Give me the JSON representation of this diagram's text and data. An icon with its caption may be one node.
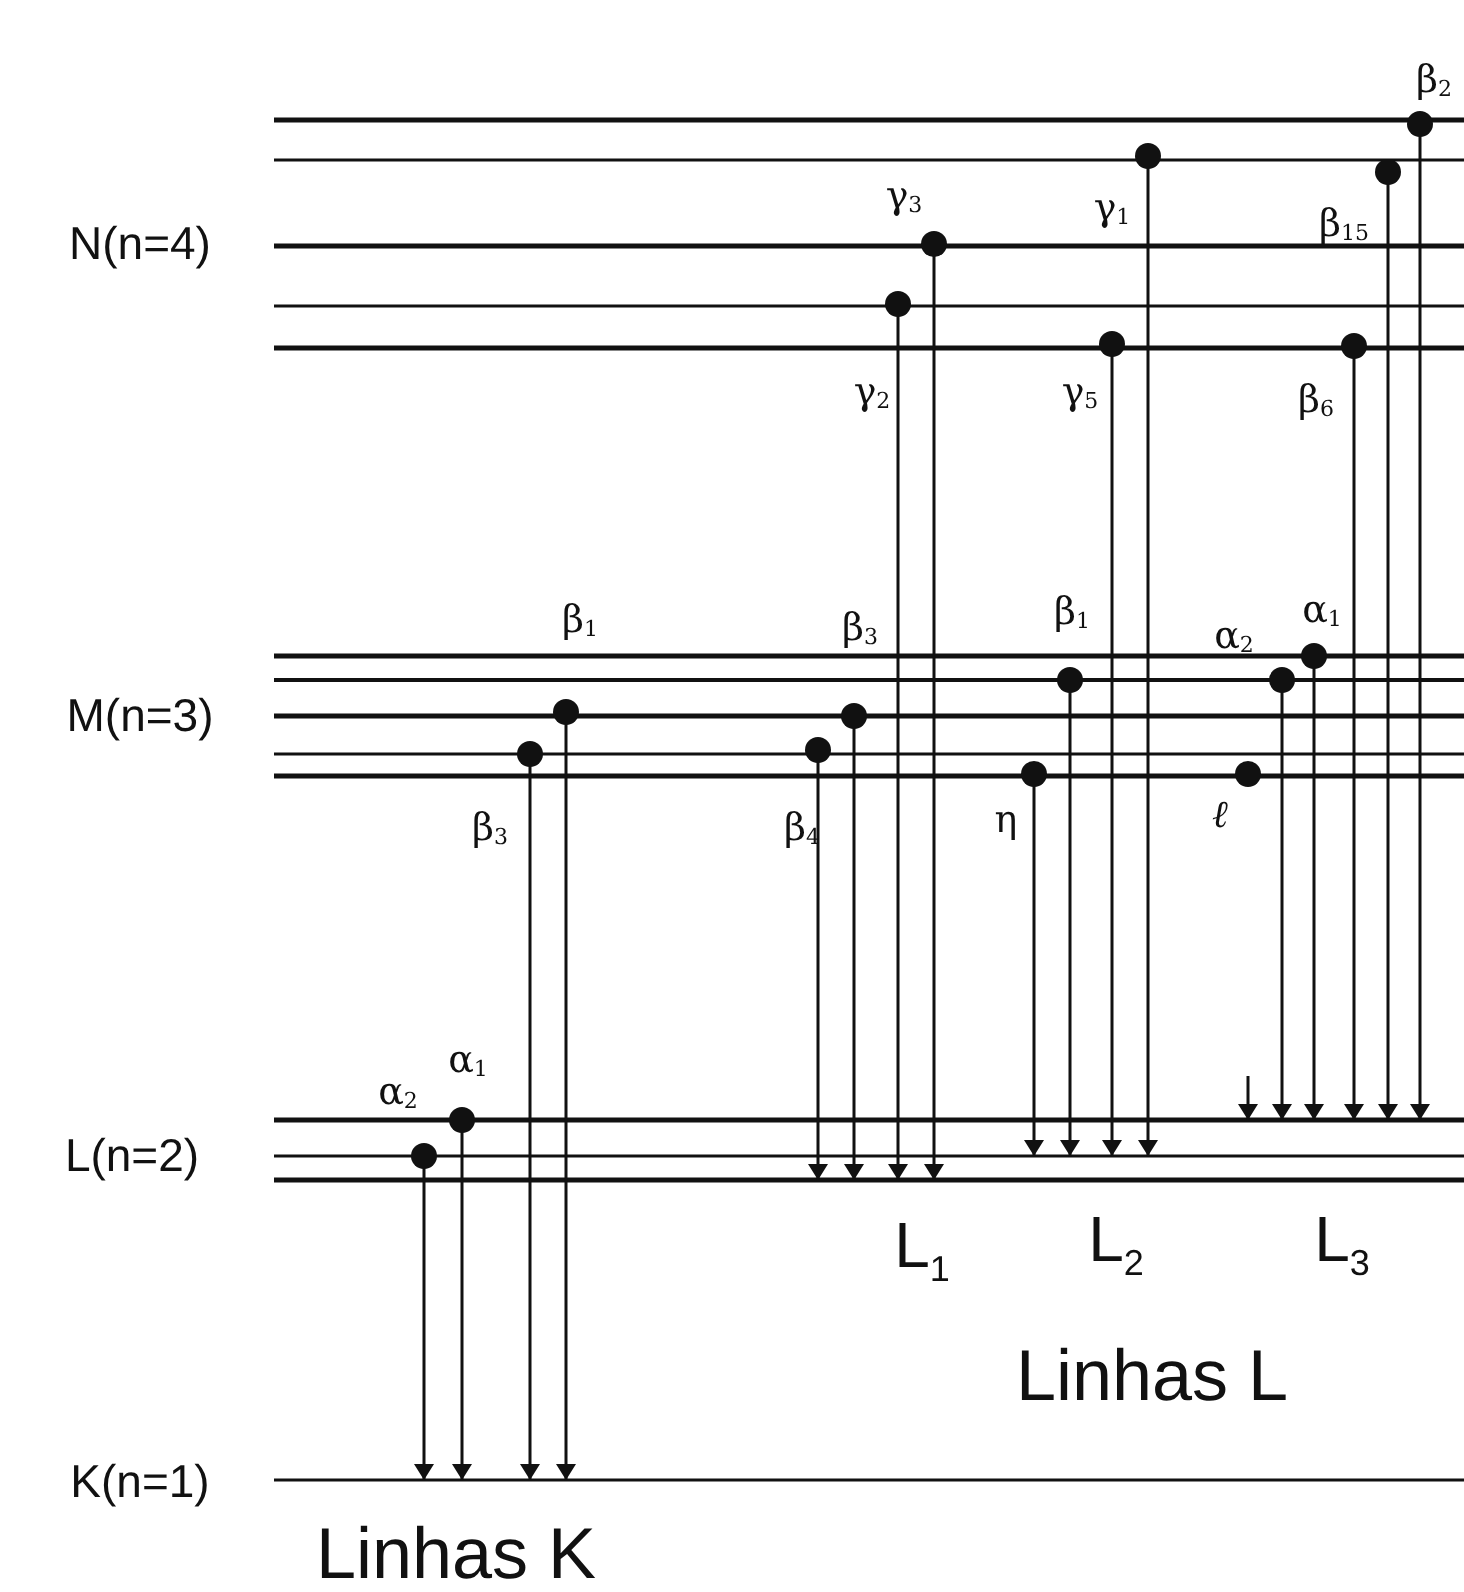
{
  "diagram": {
    "labels": [
      "β$_{2}$",
      "N(n=4)",
      "γ$_{3}$",
      "γ$_{1}$",
      "β$_{15}$",
      "γ$_{2}$",
      "γ$_{5}$",
      "β$_{6}$",
      "β$_{1}$",
      "β$_{3}$",
      "β$_{1}$",
      "α$_{2}$",
      "α$_{1}$",
      "M(n=3)",
      "β$_{3}$",
      "β$_{4}$",
      "η",
      "ℓ",
      "α$_{2}$",
      "α$_{1}$",
      "L(n=2)",
      "L$_{1}$",
      "L$_{2}$",
      "L$_{3}$",
      "Linhas L",
      "K(n=1)",
      "Linhas K"
    ]
  }
}
